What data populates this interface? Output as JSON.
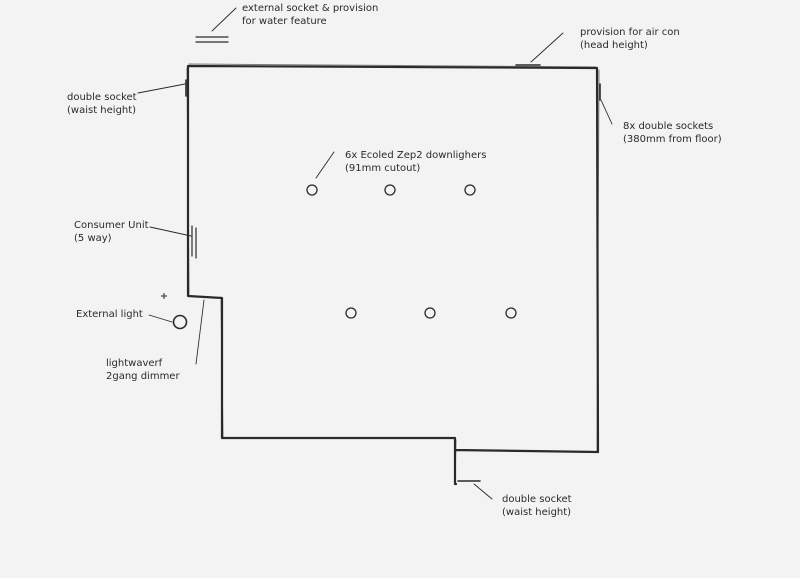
{
  "annotations": {
    "external_socket": {
      "line1": "external socket & provision",
      "line2": "for water feature"
    },
    "air_con": {
      "line1": "provision for air con",
      "line2": "(head height)"
    },
    "double_socket_top": {
      "line1": "double socket",
      "line2": "(waist height)"
    },
    "double_sockets_8x": {
      "line1": "8x double sockets",
      "line2": "(380mm from floor)"
    },
    "downlighters": {
      "line1": "6x Ecoled Zep2 downlighers",
      "line2": "(91mm cutout)"
    },
    "consumer_unit": {
      "line1": "Consumer Unit",
      "line2": "(5 way)"
    },
    "external_light": {
      "line1": "External light"
    },
    "dimmer": {
      "line1": "lightwaverf",
      "line2": "2gang dimmer"
    },
    "double_socket_bottom": {
      "line1": "double socket",
      "line2": "(waist height)"
    }
  },
  "colors": {
    "ink": "#2a2a2a",
    "paper": "#f3f3f3"
  }
}
